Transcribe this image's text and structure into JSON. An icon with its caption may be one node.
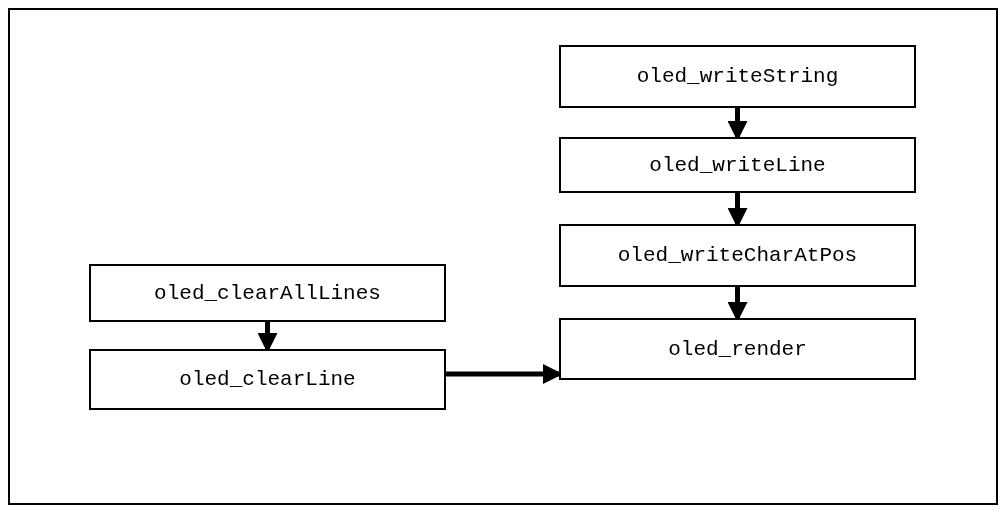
{
  "diagram": {
    "nodes": [
      {
        "text": [
          "oled_writeString"
        ]
      },
      {
        "text": [
          "oled_writeLine"
        ]
      },
      {
        "text": [
          "oled_writeCharAtPos"
        ]
      },
      {
        "text": [
          "oled_render"
        ]
      },
      {
        "text": [
          "oled_clearAllLines"
        ]
      },
      {
        "text": [
          "oled_clearLine"
        ]
      }
    ],
    "edges": [
      {
        "from": 0,
        "to": 1,
        "arrow": "to"
      },
      {
        "from": 1,
        "to": 2,
        "arrow": "to"
      },
      {
        "from": 2,
        "to": 3,
        "arrow": "to"
      },
      {
        "from": 4,
        "to": 5,
        "arrow": "to"
      },
      {
        "from": 5,
        "to": 3,
        "arrow": "to"
      }
    ]
  }
}
